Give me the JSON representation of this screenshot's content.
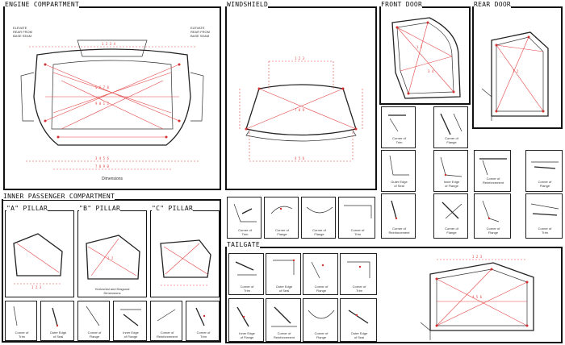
{
  "panels": {
    "engine": {
      "title": "ENGINE COMPARTMENT",
      "bottom_label": "Dimensions",
      "note_left": "ELEVATE\nREAR FROM\nBASE SEAM",
      "note_right": "ELEVATE\nREAR FROM\nBASE SEAM"
    },
    "windshield": {
      "title": "WINDSHIELD"
    },
    "front_door": {
      "title": "FRONT DOOR"
    },
    "rear_door": {
      "title": "REAR DOOR"
    },
    "passenger": {
      "title": "INNER PASSENGER COMPARTMENT",
      "subpanels": [
        {
          "title": "\"A\" PILLAR"
        },
        {
          "title": "\"B\" PILLAR"
        },
        {
          "title": "\"C\" PILLAR"
        }
      ],
      "b_pillar_caption": "Horizontal and Diagonal\nDimensions"
    },
    "tailgate": {
      "title": "TAILGATE"
    }
  },
  "captions": {
    "corner_trim": "Corner of\nTrim",
    "corner_flange": "Corner of\nFlange",
    "outer_edge": "Outer Edge\nof Seal",
    "inner_edge": "Inner Edge\nof Flange",
    "corner_reinf": "Corner of\nReinforcement"
  },
  "colors": {
    "accent": "#e34545",
    "ink": "#111111",
    "background": "#ffffff"
  }
}
